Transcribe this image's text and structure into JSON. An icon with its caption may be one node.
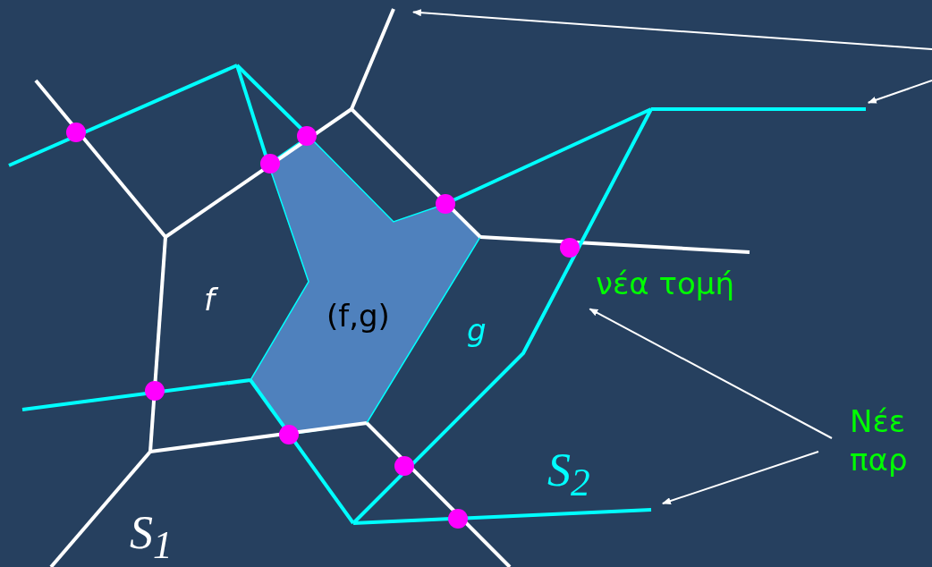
{
  "diagram": {
    "nodes": [
      {
        "text": [
          "(f,g)"
        ]
      },
      {
        "text": [
          "Νέε παρ"
        ]
      },
      {
        "text": [],
        "shape": "line"
      },
      {
        "text": [],
        "shape": "line"
      },
      {
        "text": [],
        "shape": "line"
      },
      {
        "text": [],
        "shape": "line"
      }
    ],
    "edges": [
      {
        "from": null,
        "to": 2,
        "arrow": "to"
      },
      {
        "from": null,
        "to": 3,
        "arrow": "to"
      },
      {
        "from": 1,
        "to": 4,
        "arrow": "to"
      },
      {
        "from": 1,
        "to": 5,
        "arrow": "to"
      }
    ],
    "labels": [
      "f",
      "g",
      "νέα τομή",
      "S$_{2}$",
      "S$_{1}$"
    ]
  }
}
